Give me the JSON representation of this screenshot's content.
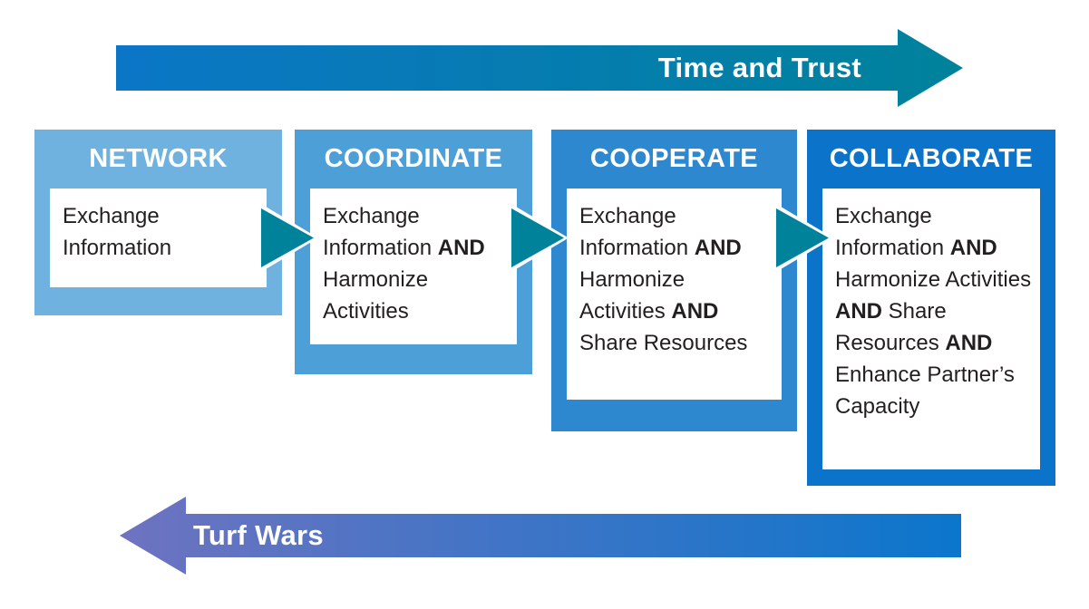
{
  "top_arrow": {
    "label": "Time and Trust",
    "gradient_start": "#0B76C6",
    "gradient_end": "#00829B"
  },
  "bottom_arrow": {
    "label": "Turf Wars",
    "gradient_start": "#6E73C0",
    "gradient_end": "#0B76CC"
  },
  "connector_color": "#00829B",
  "text_color": "#231F20",
  "stages": [
    {
      "title": "NETWORK",
      "color": "#6FB2E0",
      "content": [
        {
          "text": "Exchange Information",
          "bold": false
        }
      ]
    },
    {
      "title": "COORDINATE",
      "color": "#4D9FD8",
      "content": [
        {
          "text": "Exchange Information ",
          "bold": false
        },
        {
          "text": "AND",
          "bold": true
        },
        {
          "text": " Harmonize Activities",
          "bold": false
        }
      ]
    },
    {
      "title": "COOPERATE",
      "color": "#2E88D0",
      "content": [
        {
          "text": "Exchange Information ",
          "bold": false
        },
        {
          "text": "AND",
          "bold": true
        },
        {
          "text": " Harmonize Activities ",
          "bold": false
        },
        {
          "text": "AND",
          "bold": true
        },
        {
          "text": " Share Resources",
          "bold": false
        }
      ]
    },
    {
      "title": "COLLABORATE",
      "color": "#0B74CA",
      "content": [
        {
          "text": "Exchange Information ",
          "bold": false
        },
        {
          "text": "AND",
          "bold": true
        },
        {
          "text": " Harmonize Activities ",
          "bold": false
        },
        {
          "text": "AND",
          "bold": true
        },
        {
          "text": " Share Resources ",
          "bold": false
        },
        {
          "text": "AND",
          "bold": true
        },
        {
          "text": " Enhance Partner’s Capacity",
          "bold": false
        }
      ]
    }
  ]
}
